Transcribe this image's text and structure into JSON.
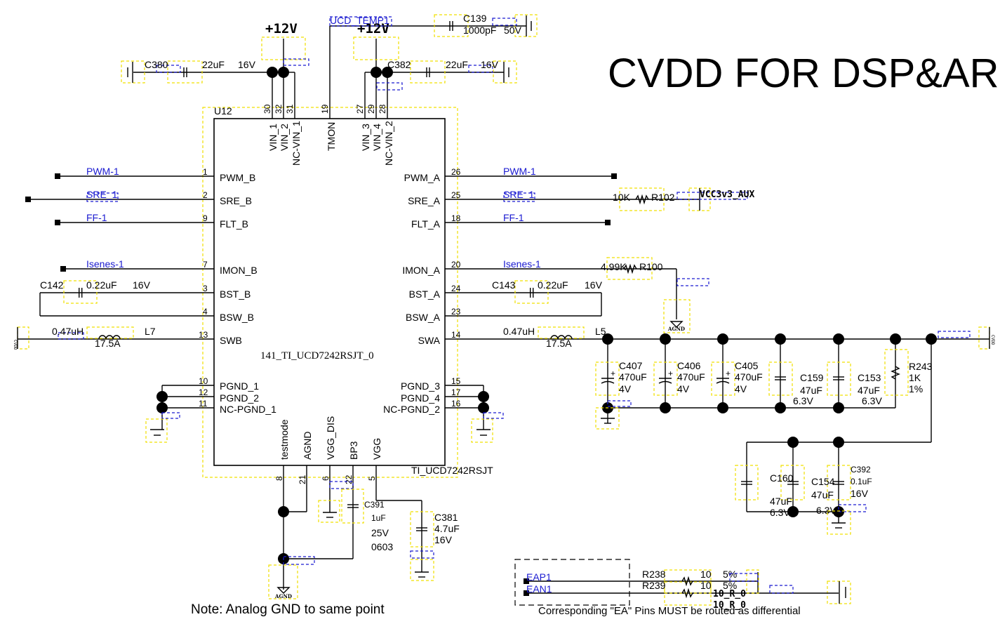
{
  "title": "CVDD FOR DSP&AR",
  "ic": {
    "ref": "U12",
    "part_name": "141_TI_UCD7242RSJT_0",
    "part_number": "TI_UCD7242RSJT",
    "left_pins": [
      {
        "num": "1",
        "name": "PWM_B",
        "net": "PWM-1"
      },
      {
        "num": "2",
        "name": "SRE_B",
        "net": "SRE_1"
      },
      {
        "num": "9",
        "name": "FLT_B",
        "net": "FF-1"
      },
      {
        "num": "7",
        "name": "IMON_B",
        "net": "Isenes-1"
      },
      {
        "num": "3",
        "name": "BST_B"
      },
      {
        "num": "4",
        "name": "BSW_B"
      },
      {
        "num": "13",
        "name": "SWB"
      },
      {
        "num": "10",
        "name": "PGND_1"
      },
      {
        "num": "12",
        "name": "PGND_2"
      },
      {
        "num": "11",
        "name": "NC-PGND_1"
      }
    ],
    "right_pins": [
      {
        "num": "26",
        "name": "PWM_A",
        "net": "PWM-1"
      },
      {
        "num": "25",
        "name": "SRE_A",
        "net": "SRE_1"
      },
      {
        "num": "18",
        "name": "FLT_A",
        "net": "FF-1"
      },
      {
        "num": "20",
        "name": "IMON_A",
        "net": "Isenes-1"
      },
      {
        "num": "24",
        "name": "BST_A"
      },
      {
        "num": "23",
        "name": "BSW_A"
      },
      {
        "num": "14",
        "name": "SWA"
      },
      {
        "num": "15",
        "name": "PGND_3"
      },
      {
        "num": "17",
        "name": "PGND_4"
      },
      {
        "num": "16",
        "name": "NC-PGND_2"
      }
    ],
    "top_pins": [
      {
        "num": "30",
        "name": "VIN_1"
      },
      {
        "num": "32",
        "name": "VIN_2"
      },
      {
        "num": "31",
        "name": "NC-VIN_1"
      },
      {
        "num": "19",
        "name": "TMON"
      },
      {
        "num": "27",
        "name": "VIN_3"
      },
      {
        "num": "29",
        "name": "VIN_4"
      },
      {
        "num": "28",
        "name": "NC-VIN_2"
      }
    ],
    "bottom_pins": [
      {
        "num": "8",
        "name": "testmode"
      },
      {
        "num": "21",
        "name": "AGND"
      },
      {
        "num": "6",
        "name": "VGG_DIS"
      },
      {
        "num": "22",
        "name": "BP3"
      },
      {
        "num": "5",
        "name": "VGG"
      }
    ]
  },
  "power": {
    "rail1": "+12V",
    "rail2": "+12V",
    "aux": "VCC3v3_AUX",
    "temp_net": "UCD_TEMP1"
  },
  "components": {
    "C380": {
      "ref": "C380",
      "value": "22uF",
      "voltage": "16V"
    },
    "C382": {
      "ref": "C382",
      "value": "22uF",
      "voltage": "16V"
    },
    "C139": {
      "ref": "C139",
      "value": "1000pF",
      "voltage": "50V"
    },
    "C142": {
      "ref": "C142",
      "value": "0.22uF",
      "voltage": "16V"
    },
    "C143": {
      "ref": "C143",
      "value": "0.22uF",
      "voltage": "16V"
    },
    "L7": {
      "ref": "L7",
      "value": "0.47uH",
      "current": "17.5A"
    },
    "L5": {
      "ref": "L5",
      "value": "0.47uH",
      "current": "17.5A"
    },
    "R102": {
      "ref": "R102",
      "value": "10K"
    },
    "R100": {
      "ref": "R100",
      "value": "4.99K"
    },
    "C407": {
      "ref": "C407",
      "value": "470uF",
      "voltage": "4V"
    },
    "C406": {
      "ref": "C406",
      "value": "470uF",
      "voltage": "4V"
    },
    "C405": {
      "ref": "C405",
      "value": "470uF",
      "voltage": "4V"
    },
    "C159": {
      "ref": "C159",
      "value": "47uF",
      "voltage": "6.3V"
    },
    "C153": {
      "ref": "C153",
      "value": "47uF",
      "voltage": "6.3V"
    },
    "R243": {
      "ref": "R243",
      "value": "1K",
      "tolerance": "1%"
    },
    "C160": {
      "ref": "C160",
      "value": "47uF",
      "voltage": "6.3V"
    },
    "C154": {
      "ref": "C154",
      "value": "47uF",
      "voltage": "6.3V"
    },
    "C392": {
      "ref": "C392",
      "value": "0.1uF",
      "voltage": "16V"
    },
    "C391": {
      "ref": "C391",
      "value": "1uF",
      "voltage": "25V",
      "package": "0603"
    },
    "C381": {
      "ref": "C381",
      "value": "4.7uF",
      "voltage": "16V"
    },
    "R238": {
      "ref": "R238",
      "value": "10",
      "tolerance": "5%",
      "footprint": "10_R_0"
    },
    "R239": {
      "ref": "R239",
      "value": "10",
      "tolerance": "5%",
      "footprint": "10_R_0"
    }
  },
  "nets": {
    "cvdd": "CVDD",
    "agnd": "AGND",
    "eap": "EAP1",
    "ean": "EAN1"
  },
  "notes": {
    "agnd": "Note: Analog GND to same point",
    "ea": "Corresponding \"EA\" Pins MUST be routed as differential"
  }
}
